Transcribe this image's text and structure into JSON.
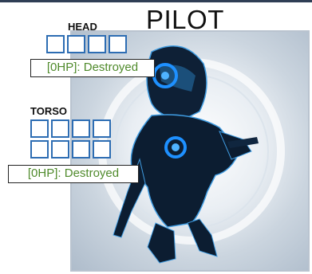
{
  "title": "PILOT",
  "parts": [
    {
      "name": "HEAD",
      "status": "[0HP]: Destroyed"
    },
    {
      "name": "TORSO",
      "status": "[0HP]: Destroyed"
    }
  ],
  "colors": {
    "slot_border": "#2d6db3",
    "status_text": "#4f8a2b",
    "hit_marker": "#1e90ff"
  }
}
